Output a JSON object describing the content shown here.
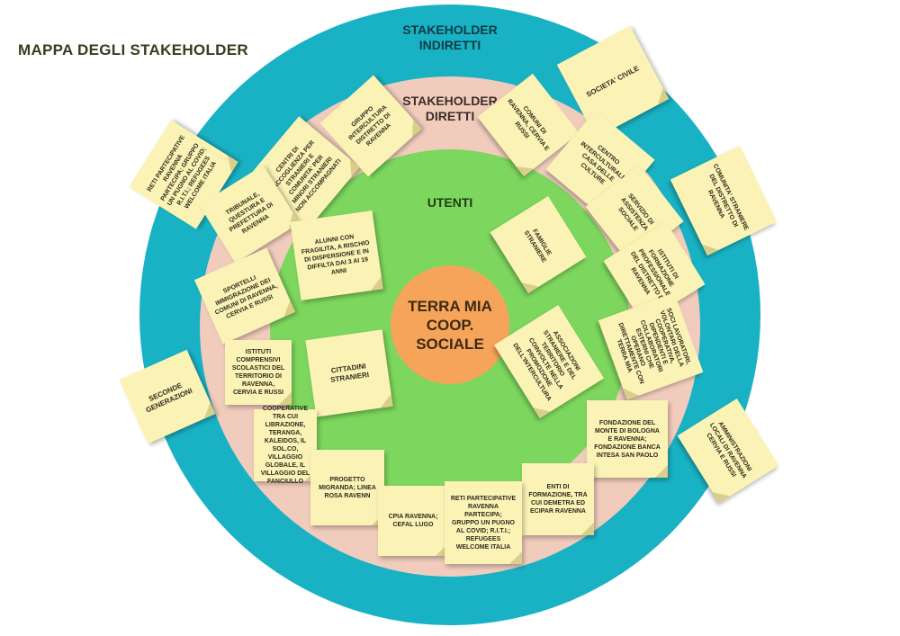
{
  "title": "MAPPA DEGLI STAKEHOLDER",
  "zones": {
    "indirect": [
      "STAKEHOLDER",
      "INDIRETTI"
    ],
    "direct": [
      "STAKEHOLDER",
      "DIRETTI"
    ],
    "users": "UTENTI"
  },
  "center": [
    "TERRA MIA",
    "COOP. SOCIALE"
  ],
  "notes": [
    {
      "id": "societa-civile",
      "text": "SOCIETA' CIVILE"
    },
    {
      "id": "reti-indirette",
      "text": "RETI PARTECIPATIVE RAVENNA PARTECIPA; GRUPPO UN PUGNO AL COVID; R.I.T.I.; REFUGEES WELCOME ITALIA"
    },
    {
      "id": "centri-accoglienza",
      "text": "CENTRI DI ACCOGLIENZA PER STRANIERI E COMUNITA' PER MINORI STRANIERI NON ACCOMPAGNATI"
    },
    {
      "id": "gruppo-intercultura",
      "text": "GRUPPO INTERCULTURA DISTRETTO DI RAVENNA"
    },
    {
      "id": "comuni",
      "text": "COMUNI DI RAVENNA, CERVIA E RUSSI"
    },
    {
      "id": "centro-interculturale",
      "text": "CENTRO INTERCULTURALE CASA DELLE CULTURE"
    },
    {
      "id": "comunita-straniere",
      "text": "COMUNITA' STRANIERE DEL DISTRETTO DI RAVENNA"
    },
    {
      "id": "tribunale",
      "text": "TRIBUNALE, QUESTURA E PREFETTURA DI RAVENNA"
    },
    {
      "id": "servizio-sociale",
      "text": "SERVIZIO DI ASSISTENZA SOCIALE"
    },
    {
      "id": "alunni",
      "text": "ALUNNI CON FRAGILITA, A RISCHIO DI DISPERSIONE E IN DIFFILTA DAI 3 AI 19 ANNI"
    },
    {
      "id": "famiglie",
      "text": "FAMIGLIE STRANIERE"
    },
    {
      "id": "istituti-formazione",
      "text": "ISTITUTI DI FORMAZIONE PROFESSIONALE DEL DISTRETTO DI RAVENNA"
    },
    {
      "id": "sportelli",
      "text": "SPORTELLI IMMIGRAZIONE DEI COMUNI DI RAVENNA, CERVIA E RUSSI"
    },
    {
      "id": "soci",
      "text": "SOCI LAVORATORI, VOLONTARI DELLA COOPERATIVA, DIPENDENTI E COLLABORATORI ESTERNI CHE OPERANO DIRETTAMENTE CON TERRA MIA"
    },
    {
      "id": "istituti-comprensivi",
      "text": "ISTITUTI COMPRENSIVI SCOLASTICI DEL TERRITORIO DI RAVENNA, CERVIA E RUSSI"
    },
    {
      "id": "cittadini",
      "text": "CITTADINI STRANIERI"
    },
    {
      "id": "associazioni",
      "text": "ASSOCIAZIONI STRANIERE E DEL TERRITORIO COINVOLTE NELLA PROMOZIONE DELL'INTERCULTURA"
    },
    {
      "id": "seconde-generazioni",
      "text": "SECONDE GENERAZIONI"
    },
    {
      "id": "cooperative",
      "text": "COOPERATIVE TRA CUI LIBRAZIONE, TERANGA, KALEIDOS, IL SOL.CO, VILLAGGIO GLOBALE, IL VILLAGGIO DEL FANCIULLO"
    },
    {
      "id": "fondazione",
      "text": "FONDAZIONE DEL MONTE DI BOLOGNA E RAVENNA; FONDAZIONE BANCA INTESA SAN PAOLO"
    },
    {
      "id": "amministrazioni",
      "text": "AMMINISTRAZIONI LOCALI DI RAVENNA CERVIA E RUSSI"
    },
    {
      "id": "progetto-migranda",
      "text": "PROGETTO MIGRANDA; LINEA ROSA RAVENN"
    },
    {
      "id": "enti-formazione",
      "text": "ENTI DI FORMAZIONE, TRA CUI DEMETRA ED ECIPAR RAVENNA"
    },
    {
      "id": "cpia",
      "text": "CPIA RAVENNA; CEFAL LUGO"
    },
    {
      "id": "reti-dirette",
      "text": "RETI PARTECIPATIVE RAVENNA PARTECIPA; GRUPPO UN PUGNO AL COVID; R.I.T.I.; REFUGEES WELCOME ITALIA"
    }
  ]
}
